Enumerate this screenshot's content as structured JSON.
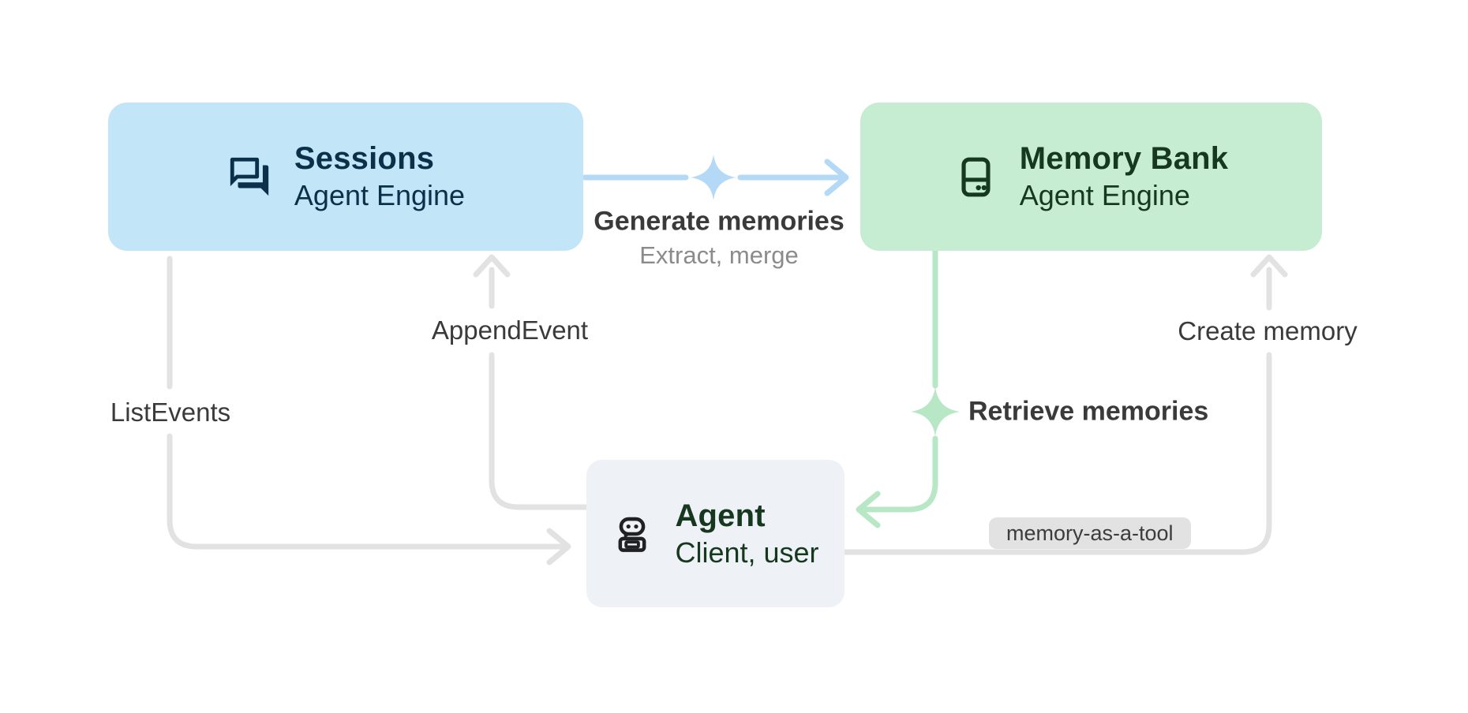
{
  "diagram": {
    "background_color": "#ffffff",
    "label_color": "#3a3a3a",
    "sublabel_color": "#8b8b8b",
    "nodes": {
      "sessions": {
        "title": "Sessions",
        "subtitle": "Agent Engine",
        "fill": "#c2e5f8",
        "text_color": "#0a304a",
        "icon": "forum-icon"
      },
      "memory_bank": {
        "title": "Memory Bank",
        "subtitle": "Agent Engine",
        "fill": "#c6edd1",
        "text_color": "#16381f",
        "icon": "memory-storage-icon"
      },
      "agent": {
        "title": "Agent",
        "subtitle": "Client, user",
        "fill": "#eef1f6",
        "text_color": "#16381f",
        "icon": "robot-icon"
      }
    },
    "edges": {
      "generate": {
        "label": "Generate memories",
        "sublabel": "Extract, merge",
        "color": "#b3d9f6",
        "from": "Sessions",
        "to": "Memory Bank",
        "marker": "sparkle-icon"
      },
      "retrieve": {
        "label": "Retrieve memories",
        "color": "#b7e7c4",
        "from": "Memory Bank",
        "to": "Agent",
        "marker": "sparkle-icon"
      },
      "append_event": {
        "label": "AppendEvent",
        "color": "#e2e2e2",
        "from": "Agent",
        "to": "Sessions"
      },
      "list_events": {
        "label": "ListEvents",
        "color": "#e2e2e2",
        "from": "Sessions",
        "to": "Agent"
      },
      "create_memory": {
        "label": "Create memory",
        "color": "#e2e2e2",
        "from": "Agent",
        "to": "Memory Bank"
      }
    },
    "badge": {
      "label": "memory-as-a-tool",
      "fill": "#e2e2e2",
      "text_color": "#3c3c3c"
    }
  }
}
